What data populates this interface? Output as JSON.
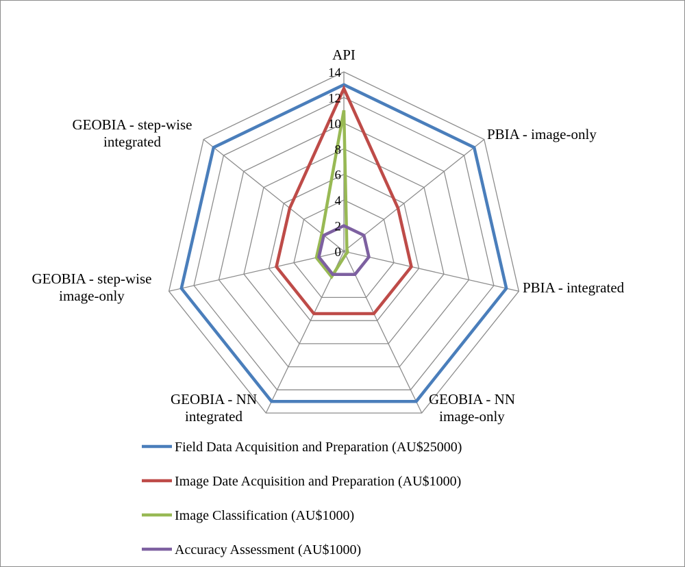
{
  "chart_data": {
    "type": "radar",
    "categories": [
      [
        "API"
      ],
      [
        "PBIA - image-only"
      ],
      [
        "PBIA - integrated"
      ],
      [
        "GEOBIA - NN",
        "image-only"
      ],
      [
        "GEOBIA - NN",
        "integrated"
      ],
      [
        "GEOBIA - step-wise",
        "image-only"
      ],
      [
        "GEOBIA - step-wise",
        "integrated"
      ]
    ],
    "rlim": [
      0,
      14
    ],
    "ticks": [
      0,
      2,
      4,
      6,
      8,
      10,
      12,
      14
    ],
    "tick_labels": [
      "0",
      "2",
      "4",
      "6",
      "8",
      "10",
      "12",
      "14"
    ],
    "grid": true,
    "legend_position": "bottom",
    "series": [
      {
        "name": "Field Data Acquisition and Preparation (AU$25000)",
        "color": "#4a7ebb",
        "values": [
          13,
          13,
          13,
          13,
          13,
          13,
          13
        ]
      },
      {
        "name": "Image Date Acquisition and Preparation (AU$1000)",
        "color": "#be4b48",
        "values": [
          12.7,
          5.4,
          5.4,
          5.4,
          5.4,
          5.4,
          5.4
        ]
      },
      {
        "name": "Image Classification (AU$1000)",
        "color": "#98b954",
        "values": [
          11.0,
          0.3,
          0.3,
          0.3,
          2.2,
          2.2,
          2.2
        ]
      },
      {
        "name": "Accuracy Assessment (AU$1000)",
        "color": "#7d60a0",
        "values": [
          2.0,
          2.0,
          2.0,
          2.0,
          2.0,
          2.0,
          2.0
        ]
      }
    ]
  }
}
